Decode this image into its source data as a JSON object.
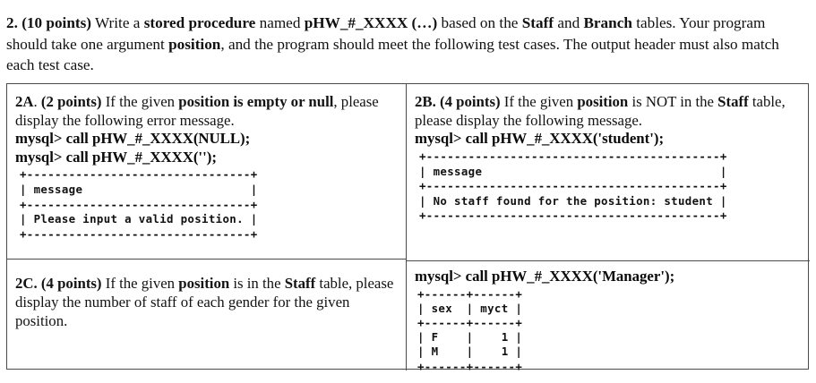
{
  "document": {
    "question_number": "2.",
    "points": "(10 points)",
    "intro_html": "<b>2. (10 points)</b> Write a <b>stored procedure</b> named <b>pHW_#_XXXX (…)</b> based on the <b>Staff</b> and <b>Branch</b> tables. Your program should take one argument <b>position</b>, and the program should meet the following test cases. The output header must also match each test case."
  },
  "cells": {
    "a": {
      "label": "2A.",
      "points": "(2 points)",
      "prompt_html": "<b>2A</b>. <b>(2 points)</b> If the given <b>position is empty or null</b>, please display the following error message.",
      "sql_1": "mysql> call pHW_#_XXXX(NULL);",
      "sql_2": "mysql> call pHW_#_XXXX('');",
      "result": "+--------------------------------+\n| message                        |\n+--------------------------------+\n| Please input a valid position. |\n+--------------------------------+",
      "result_header": "message",
      "result_value": "Please input a valid position."
    },
    "b": {
      "label": "2B.",
      "points": "(4 points)",
      "prompt_html": "<b>2B.</b> <b>(4 points)</b> If the given <b>position</b> is NOT in the <b>Staff</b> table, please display the following message.",
      "sql_1": "mysql> call pHW_#_XXXX('student');",
      "result": "+------------------------------------------+\n| message                                  |\n+------------------------------------------+\n| No staff found for the position: student |\n+------------------------------------------+",
      "result_header": "message",
      "result_value": "No staff found for the position: student"
    },
    "c": {
      "label": "2C.",
      "points": "(4 points)",
      "prompt_html": "<b>2C.</b> <b>(4 points)</b> If the given <b>position</b> is in the <b>Staff</b> table, please display the number of staff of each gender for the given position."
    },
    "d": {
      "sql_1": "mysql> call pHW_#_XXXX('Manager');",
      "result": "+------+------+\n| sex  | myct |\n+------+------+\n| F    |    1 |\n| M    |    1 |\n+------+------+",
      "table": {
        "columns": [
          "sex",
          "myct"
        ],
        "rows": [
          [
            "F",
            "1"
          ],
          [
            "M",
            "1"
          ]
        ]
      }
    }
  },
  "colors": {
    "border": "#4a4a4a",
    "text": "#111111",
    "background": "#ffffff"
  }
}
